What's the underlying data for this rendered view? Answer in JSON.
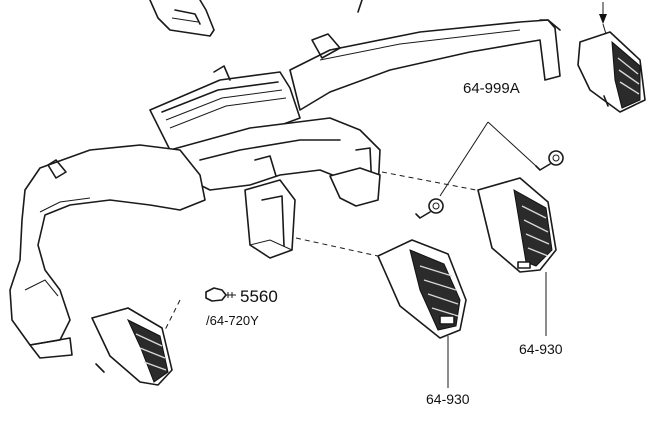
{
  "callouts": {
    "clip_part": "64-999A",
    "screw_part": "5560",
    "screw_alt_part": "/64-720Y",
    "vent_center_left": "64-930",
    "vent_center_right": "64-930"
  },
  "colors": {
    "ink": "#1a1a1a",
    "background": "#ffffff",
    "vent_fill": "#2b2b2b"
  },
  "icons": {
    "screw": "screw-icon",
    "clip": "push-clip-icon"
  }
}
